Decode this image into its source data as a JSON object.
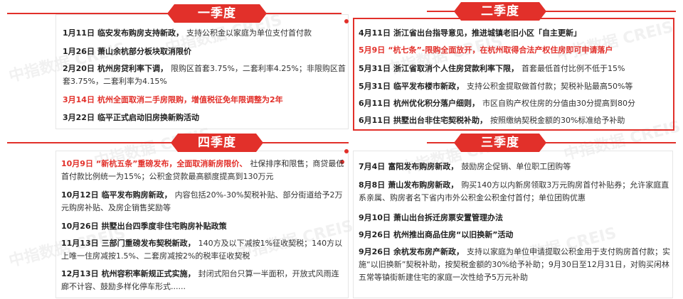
{
  "watermark": "中指数据 CREIS",
  "colors": {
    "accent": "#e2302a",
    "text": "#333333"
  },
  "quarters": {
    "q1": {
      "title": "一季度",
      "items": [
        {
          "date": "1月11日",
          "title": "临安发布购房支持新政，",
          "desc": "支持公积金以家庭为单位支付首付款",
          "highlight": false
        },
        {
          "date": "1月26日",
          "title": "萧山余杭部分板块取消限价",
          "desc": "",
          "highlight": false
        },
        {
          "date": "2月20日",
          "title": "杭州房贷利率下调，",
          "desc": "限购区首套3.75%，二套利率4.25%；非限购区首套3.75%，二套利率为4.15%",
          "highlight": false
        },
        {
          "date": "3月14日",
          "title": "杭州全面取消二手房限购，增值税征免年限调整为2年",
          "desc": "",
          "highlight": true
        },
        {
          "date": "3月22日",
          "title": "临平正式启动旧房换新购活动",
          "desc": "",
          "highlight": false
        }
      ]
    },
    "q2": {
      "title": "二季度",
      "items": [
        {
          "date": "4月11日",
          "title": "浙江省出台指导意见，推进城镇老旧小区「自主更新」",
          "desc": "",
          "highlight": false
        },
        {
          "date": "5月9日",
          "title": "“杭七条”-限购全面放开，在杭州取得合法产权住房即可申请落户",
          "desc": "",
          "highlight": true
        },
        {
          "date": "5月31日",
          "title": "浙江省取消个人住房贷款利率下限，",
          "desc": "首套最低首付比例不低于15%",
          "highlight": false
        },
        {
          "date": "5月31日",
          "title": "临平发布楼市新政，",
          "desc": "支持公积金提取做首付款；契税补贴最高50%等",
          "highlight": false
        },
        {
          "date": "6月11日",
          "title": "杭州优化积分落户细则，",
          "desc": "市区自购产权住房的分值由30分提高到80分",
          "highlight": false
        },
        {
          "date": "6月11日",
          "title": "拱墅出台非住宅契税补助，",
          "desc": "按照缴纳契税金额的30%标准给予补助",
          "highlight": false
        }
      ]
    },
    "q3": {
      "title": "三季度",
      "items": [
        {
          "date": "7月4日",
          "title": "富阳发布购房新政，",
          "desc": "鼓励房企促销、单位职工团购等",
          "highlight": false
        },
        {
          "date": "8月8日",
          "title": "萧山发布购房新政，",
          "desc": "购买140方以内新房领取3万元购房首付补贴券；允许家庭直系亲属、购房者名下省内市外公积金公积金付首付；单位团购优惠",
          "highlight": false
        },
        {
          "date": "9月10日",
          "title": "萧山出台拆迁房票安置管理办法",
          "desc": "",
          "highlight": false
        },
        {
          "date": "9月26日",
          "title": "杭州推出商品住房“以旧换新”活动",
          "desc": "",
          "highlight": false
        },
        {
          "date": "9月26日",
          "title": "余杭发布房产新政，",
          "desc": "支持以家庭为单位申请提取公积金用于支付购房首付款；实施“以旧换新”契税补助，按契税金额的30%给予补助；9月30日至12月31日，对购买闲林五常等镇街新建住宅的家庭一次性给予5万元补助",
          "highlight": false
        }
      ]
    },
    "q4": {
      "title": "四季度",
      "items": [
        {
          "date": "10月9日",
          "title": "“新杭五条”重磅发布，全面取消新房限价、",
          "desc": "社保排序和限售；商贷最低首付款比例统一为15%；公积金贷款最高额度提高到130万元",
          "highlight": true
        },
        {
          "date": "10月12日",
          "title": "临平发布购房新政，",
          "desc": "内容包括20%-30%契税补贴、部分街道给予2万元购房补贴、及房企销售奖励等",
          "highlight": false
        },
        {
          "date": "10月26日",
          "title": "拱墅出台四季度非住宅购房补贴政策",
          "desc": "",
          "highlight": false
        },
        {
          "date": "11月13日",
          "title": "三部门重磅发布契税新政，",
          "desc": "140方及以下减按1%征收契税；140方以上唯一住房减按1.5%、二套房减按2%的税率征收契税",
          "highlight": false
        },
        {
          "date": "12月13日",
          "title": "杭州容积率新规正式实施，",
          "desc": "封闭式阳台只算一半面积，开放式风雨连廊不计容、鼓励多样化停车形式......",
          "highlight": false
        }
      ]
    }
  }
}
